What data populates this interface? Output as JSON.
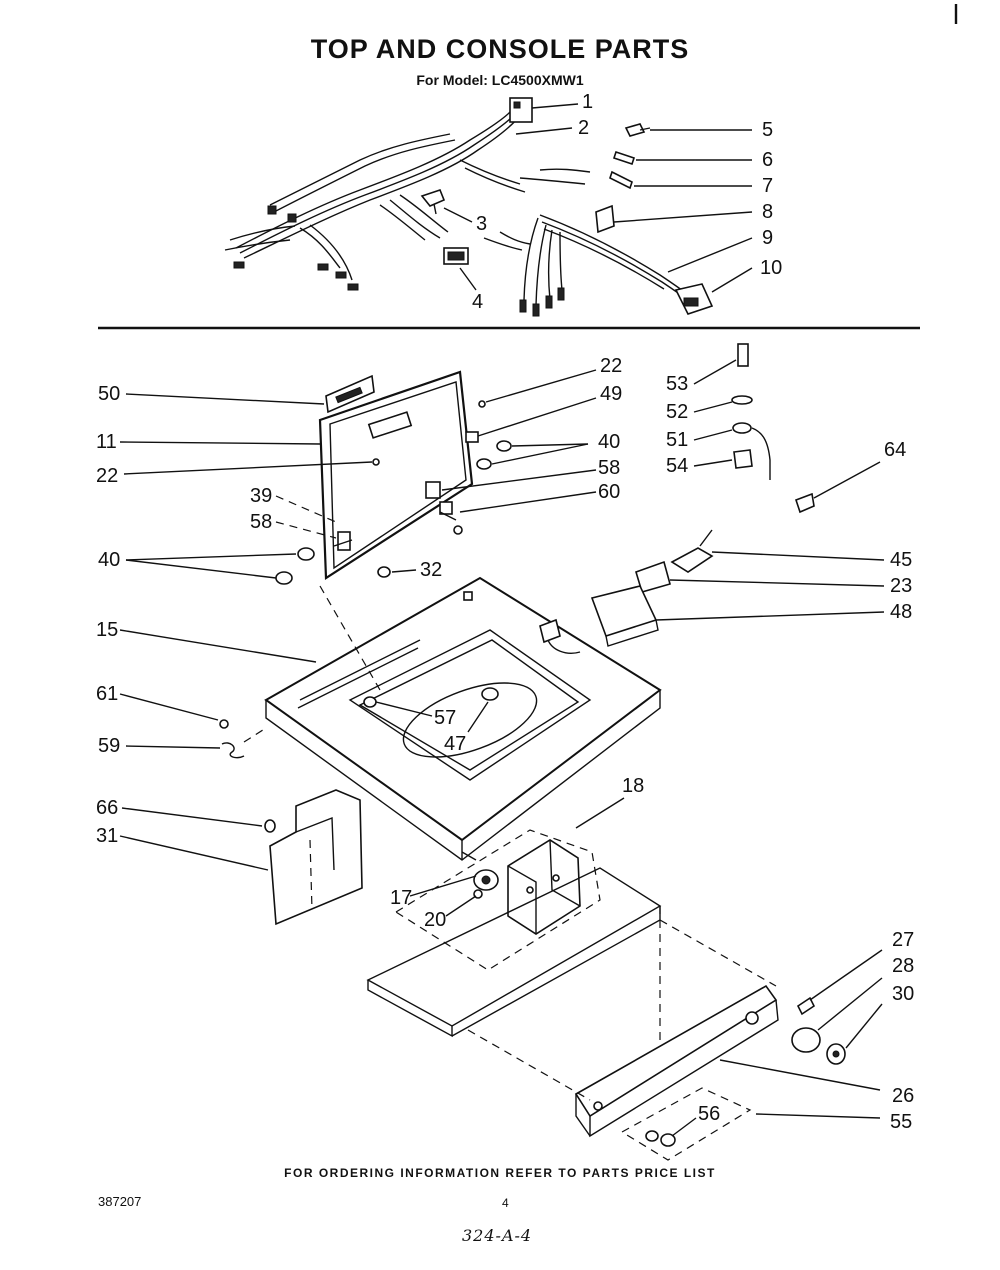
{
  "title": "TOP AND CONSOLE PARTS",
  "subtitle": "For Model: LC4500XMW1",
  "footer_note": "FOR ORDERING INFORMATION REFER TO PARTS PRICE LIST",
  "doc_number": "387207",
  "page_number": "4",
  "handwritten_note": "324-A-4",
  "callouts": {
    "c1": "1",
    "c2": "2",
    "c3": "3",
    "c4": "4",
    "c5": "5",
    "c6": "6",
    "c7": "7",
    "c8": "8",
    "c9": "9",
    "c10": "10",
    "c22a": "22",
    "c49": "49",
    "c40a": "40",
    "c58a": "58",
    "c60": "60",
    "c53": "53",
    "c52": "52",
    "c51": "51",
    "c54": "54",
    "c64": "64",
    "c50": "50",
    "c11": "11",
    "c22b": "22",
    "c39": "39",
    "c58b": "58",
    "c40b": "40",
    "c32": "32",
    "c45": "45",
    "c23": "23",
    "c48": "48",
    "c15": "15",
    "c61": "61",
    "c57": "57",
    "c47": "47",
    "c59": "59",
    "c66": "66",
    "c31": "31",
    "c18": "18",
    "c17": "17",
    "c20": "20",
    "c27": "27",
    "c28": "28",
    "c30": "30",
    "c26": "26",
    "c56": "56",
    "c55": "55"
  }
}
